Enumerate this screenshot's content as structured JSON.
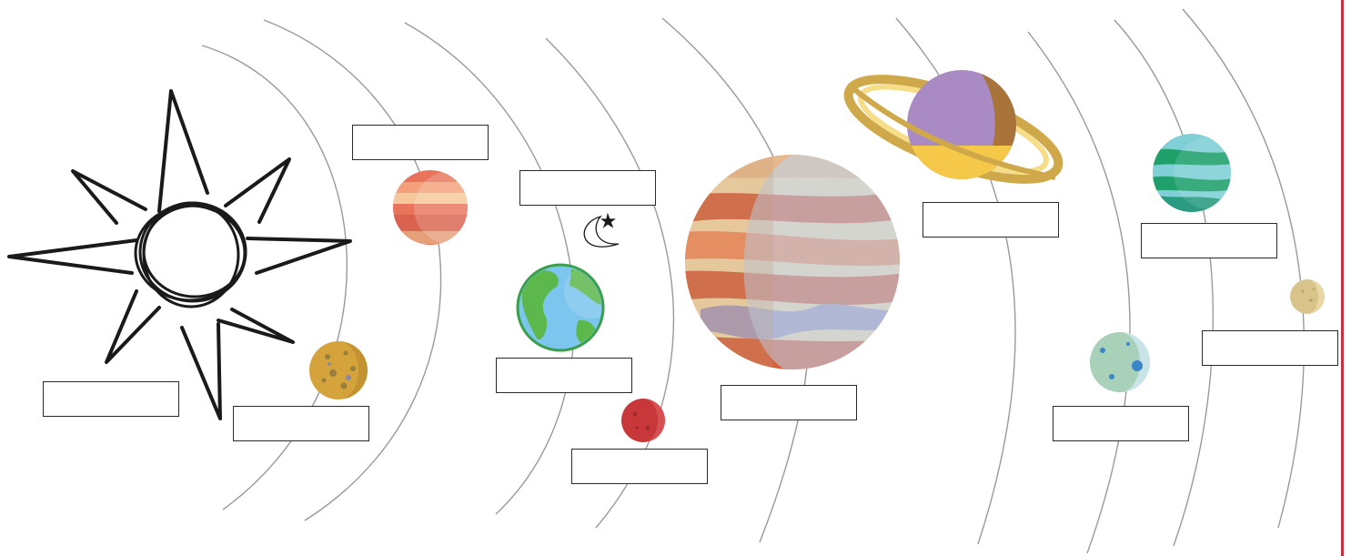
{
  "diagram": {
    "kind": "solar-system-labeling-worksheet",
    "bodies": [
      "sun",
      "mercury",
      "venus",
      "earth",
      "moon",
      "mars",
      "jupiter",
      "saturn",
      "uranus",
      "neptune",
      "pluto"
    ],
    "label_boxes": [
      {
        "name": "label-box-sun",
        "value": ""
      },
      {
        "name": "label-box-mercury",
        "value": ""
      },
      {
        "name": "label-box-venus",
        "value": ""
      },
      {
        "name": "label-box-moon",
        "value": ""
      },
      {
        "name": "label-box-earth",
        "value": ""
      },
      {
        "name": "label-box-mars",
        "value": ""
      },
      {
        "name": "label-box-jupiter",
        "value": ""
      },
      {
        "name": "label-box-saturn",
        "value": ""
      },
      {
        "name": "label-box-uranus",
        "value": ""
      },
      {
        "name": "label-box-neptune",
        "value": ""
      },
      {
        "name": "label-box-pluto",
        "value": ""
      }
    ],
    "colors": {
      "orbit": "#9a9a9a",
      "outline": "#1a1a1a",
      "page_edge": "#c0334a"
    }
  }
}
